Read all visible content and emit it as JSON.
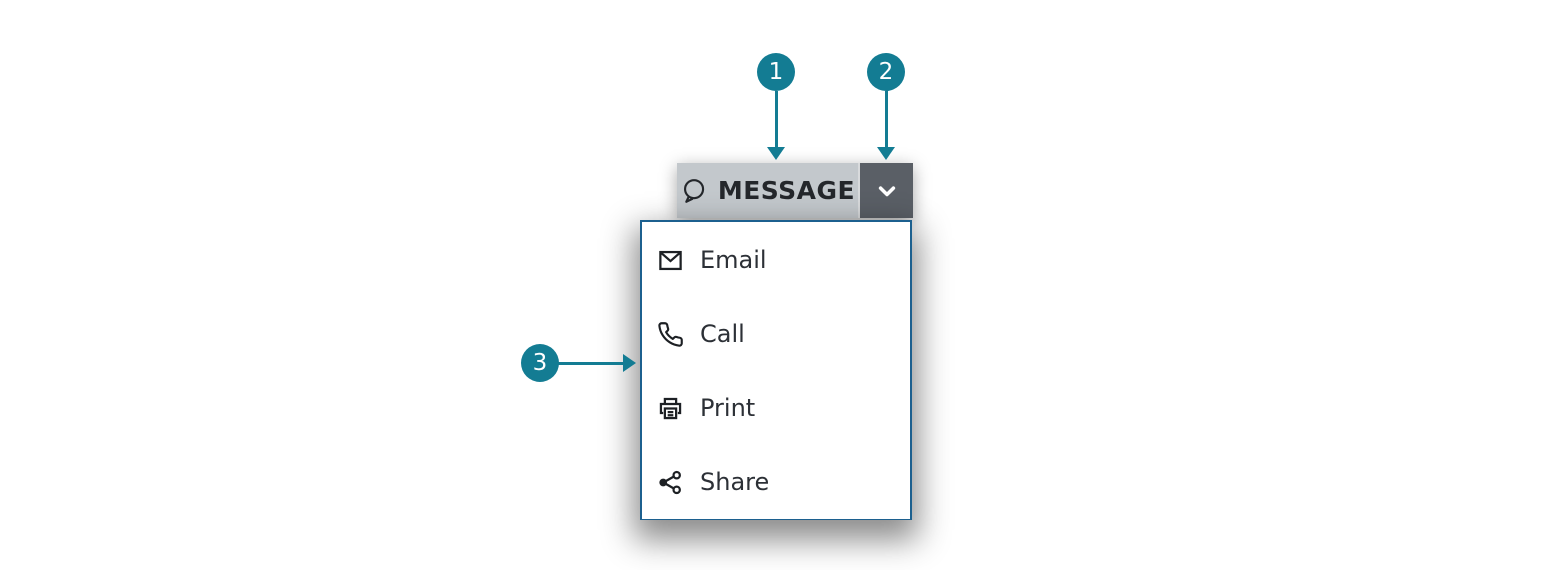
{
  "split_button": {
    "label": "MESSAGE",
    "main_icon": "message-bubble-icon",
    "toggle_icon": "chevron-down-icon"
  },
  "dropdown_menu": {
    "items": [
      {
        "icon": "email-icon",
        "label": "Email"
      },
      {
        "icon": "call-icon",
        "label": "Call"
      },
      {
        "icon": "print-icon",
        "label": "Print"
      },
      {
        "icon": "share-icon",
        "label": "Share"
      }
    ]
  },
  "callouts": [
    {
      "number": "1"
    },
    {
      "number": "2"
    },
    {
      "number": "3"
    }
  ],
  "colors": {
    "callout_teal": "#137c93",
    "menu_border": "#1c608f",
    "button_background": "#c3c8cc",
    "toggle_background": "#5a5f66"
  }
}
